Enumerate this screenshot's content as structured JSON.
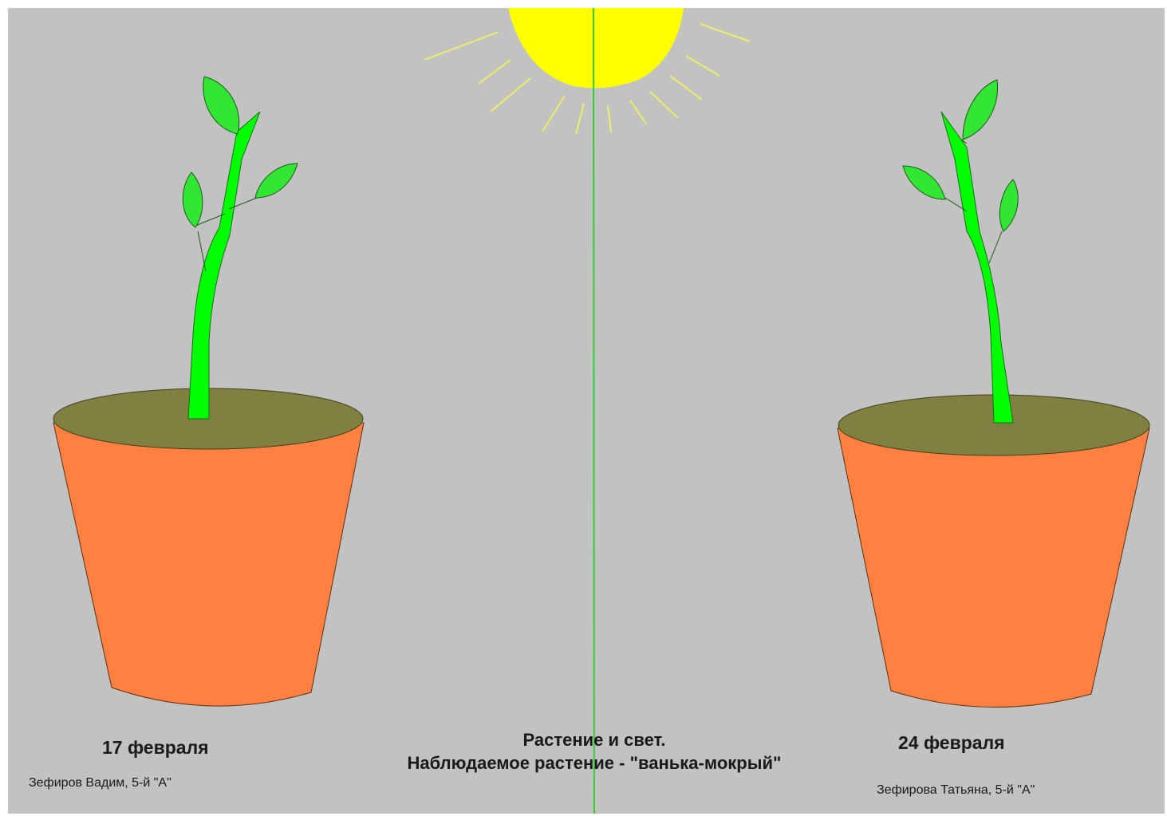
{
  "colors": {
    "background": "#c2c2c2",
    "pot": "#ff8040",
    "soil": "#808040",
    "stem": "#00ff00",
    "leaf": "#33e633",
    "sun": "#ffff00",
    "sun_rays": "#eeee66",
    "divider": "#33cc33",
    "text": "#1a1a1a"
  },
  "left_plant": {
    "date": "17 февраля",
    "author": "Зефиров Вадим, 5-й \"А\""
  },
  "right_plant": {
    "date": "24 февраля",
    "author": "Зефирова Татьяна, 5-й \"А\""
  },
  "title": {
    "line1": "Растение и свет.",
    "line2": "Наблюдаемое растение - \"ванька-мокрый\""
  }
}
